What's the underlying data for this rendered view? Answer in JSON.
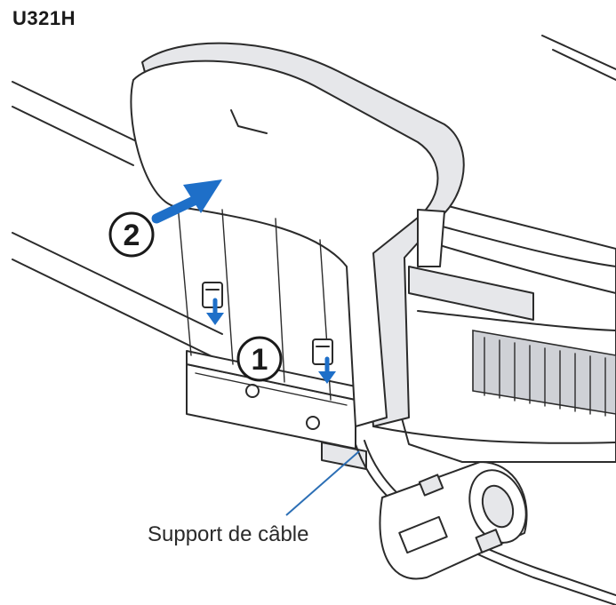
{
  "model_label": "U321H",
  "steps": [
    {
      "number": "1"
    },
    {
      "number": "2"
    }
  ],
  "callout": {
    "label": "Support de câble"
  },
  "colors": {
    "arrow": "#1e6fc8",
    "callout_line": "#2c6fb5",
    "outline": "#2b2b2b",
    "cover": "#e6e7ea"
  }
}
